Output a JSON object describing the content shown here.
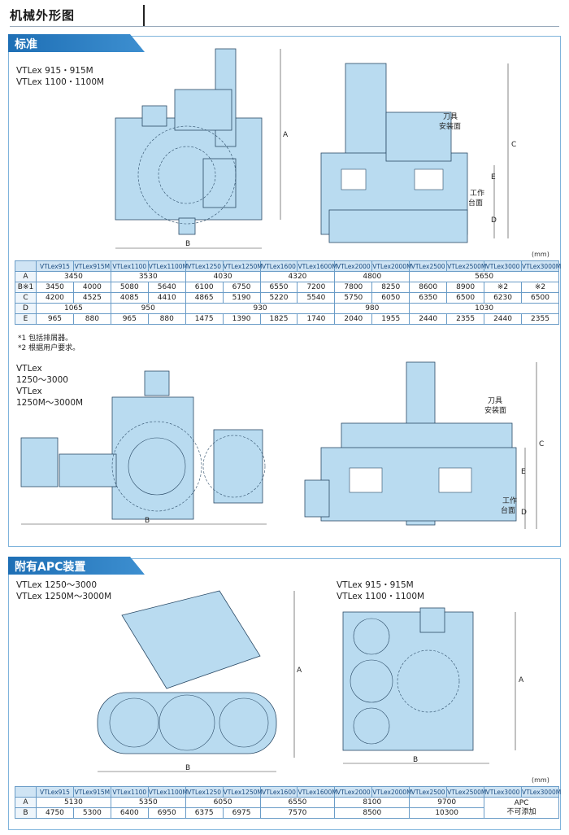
{
  "page": {
    "title": "机械外形图"
  },
  "standard": {
    "tab_label": "标准",
    "models_top": [
      "VTLex 915・915M",
      "VTLex 1100・1100M"
    ],
    "models_bottom": [
      "VTLex",
      "1250〜3000",
      "VTLex",
      "1250M〜3000M"
    ],
    "labels": {
      "tool_mount": [
        "刀具",
        "安装面"
      ],
      "work_table": [
        "工作",
        "台面"
      ],
      "A": "A",
      "B": "B",
      "C": "C",
      "D": "D",
      "E": "E"
    },
    "unit": "(mm)",
    "table": {
      "headers": [
        "VTLex915",
        "VTLex915M",
        "VTLex1100",
        "VTLex1100M",
        "VTLex1250",
        "VTLex1250M",
        "VTLex1600",
        "VTLex1600M",
        "VTLex2000",
        "VTLex2000M",
        "VTLex2500",
        "VTLex2500M",
        "VTLex3000",
        "VTLex3000M"
      ],
      "row_labels": [
        "A",
        "B※1",
        "C",
        "D",
        "E"
      ],
      "A": [
        "3450",
        "3530",
        "4030",
        "4320",
        "4800",
        "5650"
      ],
      "B": [
        "3450",
        "4000",
        "5080",
        "5640",
        "6100",
        "6750",
        "6550",
        "7200",
        "7800",
        "8250",
        "8600",
        "8900",
        "※2",
        "※2"
      ],
      "C": [
        "4200",
        "4525",
        "4085",
        "4410",
        "4865",
        "5190",
        "5220",
        "5540",
        "5750",
        "6050",
        "6350",
        "6500",
        "6230",
        "6500"
      ],
      "D": [
        "1065",
        "950",
        "930",
        "980",
        "1030"
      ],
      "E": [
        "965",
        "880",
        "965",
        "880",
        "1475",
        "1390",
        "1825",
        "1740",
        "2040",
        "1955",
        "2440",
        "2355",
        "2440",
        "2355"
      ]
    },
    "notes": [
      "*1 包括排屑器。",
      "*2 根据用户要求。"
    ]
  },
  "apc": {
    "tab_label": "附有APC装置",
    "models_left": [
      "VTLex 1250〜3000",
      "VTLex 1250M〜3000M"
    ],
    "models_right": [
      "VTLex 915・915M",
      "VTLex 1100・1100M"
    ],
    "labels": {
      "A": "A",
      "B": "B"
    },
    "unit": "(mm)",
    "table": {
      "headers": [
        "VTLex915",
        "VTLex915M",
        "VTLex1100",
        "VTLex1100M",
        "VTLex1250",
        "VTLex1250M",
        "VTLex1600",
        "VTLex1600M",
        "VTLex2000",
        "VTLex2000M",
        "VTLex2500",
        "VTLex2500M",
        "VTLex3000",
        "VTLex3000M"
      ],
      "row_labels": [
        "A",
        "B"
      ],
      "A": [
        "5130",
        "5350",
        "6050",
        "6550",
        "8100",
        "9700"
      ],
      "B": [
        "4750",
        "5300",
        "6400",
        "6950",
        "6375",
        "6975",
        "7570",
        "8500",
        "10300"
      ],
      "apc_na": [
        "APC",
        "不可添加"
      ]
    }
  },
  "colors": {
    "accent": "#1e6fb5",
    "machine_fill": "#b9dbf0",
    "machine_stroke": "#2a4a66",
    "table_header": "#cfe4f4"
  }
}
